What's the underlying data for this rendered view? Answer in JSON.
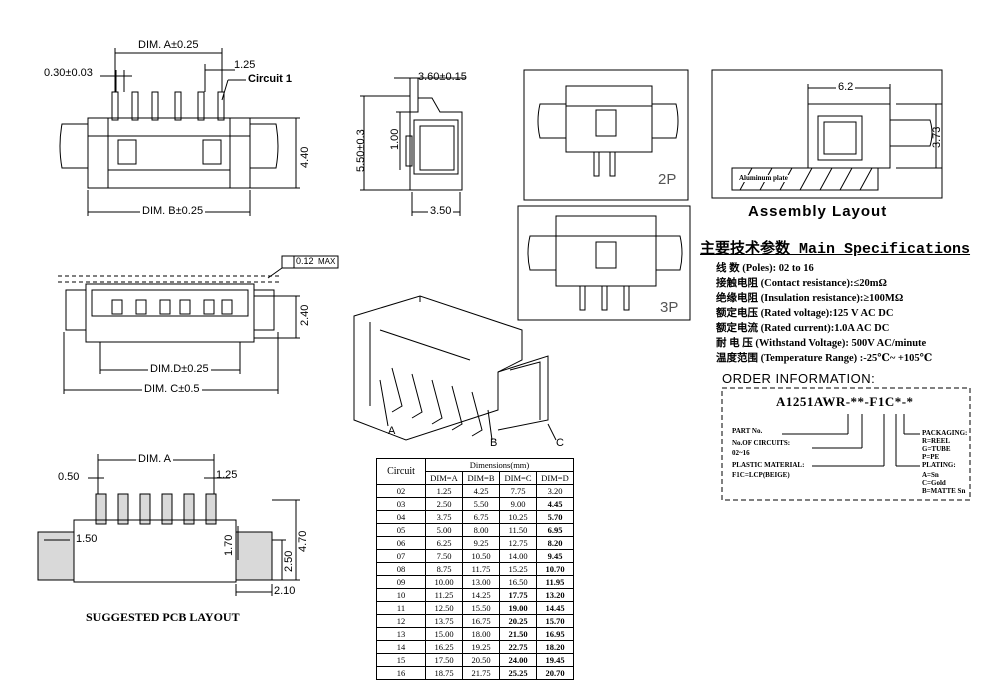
{
  "top_view": {
    "dim_a": "DIM. A±0.25",
    "pitch_125": "1.25",
    "pin_width": "0.30±0.03",
    "circuit_1": "Circuit 1",
    "height_440": "4.40",
    "dim_b": "DIM. B±0.25"
  },
  "side_view": {
    "width_360": "3.60±0.15",
    "height_550": "5.50±0.3",
    "height_100": "1.00",
    "width_350": "3.50"
  },
  "views_2p_3p": {
    "label_2p": "2P",
    "label_3p": "3P"
  },
  "assembly": {
    "width_62": "6.2",
    "height_373": "3.73",
    "plate_label": "Aluminum plate",
    "title": "Assembly Layout"
  },
  "front_view": {
    "flatness": "0.12",
    "flatness_max": "MAX",
    "height_240": "2.40",
    "dim_d": "DIM.D±0.25",
    "dim_c": "DIM. C±0.5"
  },
  "iso_view": {
    "label_a": "A",
    "label_b": "B",
    "label_c": "C"
  },
  "pcb_layout": {
    "dim_a": "DIM. A",
    "pad_width": "0.50",
    "pitch": "1.25",
    "dim_150": "1.50",
    "dim_170": "1.70",
    "dim_250": "2.50",
    "dim_470": "4.70",
    "dim_210": "2.10",
    "title": "SUGGESTED PCB LAYOUT"
  },
  "specs": {
    "title": "主要技术参数 Main Specifications",
    "lines": [
      "线    数 (Poles): 02 to 16",
      "接触电阻 (Contact resistance):≤20mΩ",
      "绝缘电阻 (Insulation resistance):≥100MΩ",
      "额定电压 (Rated voltage):125 V AC DC",
      "额定电流 (Rated current):1.0A AC DC",
      "耐 电 压 (Withstand Voltage): 500V AC/minute",
      "温度范围 (Temperature Range) :-25℃~ +105℃"
    ]
  },
  "order": {
    "title": "ORDER INFORMATION:",
    "code": "A1251AWR-**-F1C*-*",
    "part_no": "PART No.",
    "no_circuits": "No.OF CIRCUITS:",
    "circuits_range": "02~16",
    "plastic_material": "PLASTIC MATERIAL:",
    "material": "F1C=LCP(BEIGE)",
    "packaging": "PACKAGING:",
    "pack_options": [
      "R=REEL",
      "G=TUBE",
      "P=PE"
    ],
    "plating": "PLATING:",
    "plating_options": [
      "A=Sn",
      "C=Gold",
      "B=MATTE Sn"
    ]
  },
  "table": {
    "circuit_header": "Circuit",
    "dimensions_header": "Dimensions(mm)",
    "columns": [
      "DIM=A",
      "DIM=B",
      "DIM=C",
      "DIM=D"
    ],
    "rows": [
      [
        "02",
        "1.25",
        "4.25",
        "7.75",
        "3.20"
      ],
      [
        "03",
        "2.50",
        "5.50",
        "9.00",
        "4.45"
      ],
      [
        "04",
        "3.75",
        "6.75",
        "10.25",
        "5.70"
      ],
      [
        "05",
        "5.00",
        "8.00",
        "11.50",
        "6.95"
      ],
      [
        "06",
        "6.25",
        "9.25",
        "12.75",
        "8.20"
      ],
      [
        "07",
        "7.50",
        "10.50",
        "14.00",
        "9.45"
      ],
      [
        "08",
        "8.75",
        "11.75",
        "15.25",
        "10.70"
      ],
      [
        "09",
        "10.00",
        "13.00",
        "16.50",
        "11.95"
      ],
      [
        "10",
        "11.25",
        "14.25",
        "17.75",
        "13.20"
      ],
      [
        "11",
        "12.50",
        "15.50",
        "19.00",
        "14.45"
      ],
      [
        "12",
        "13.75",
        "16.75",
        "20.25",
        "15.70"
      ],
      [
        "13",
        "15.00",
        "18.00",
        "21.50",
        "16.95"
      ],
      [
        "14",
        "16.25",
        "19.25",
        "22.75",
        "18.20"
      ],
      [
        "15",
        "17.50",
        "20.50",
        "24.00",
        "19.45"
      ],
      [
        "16",
        "18.75",
        "21.75",
        "25.25",
        "20.70"
      ]
    ]
  }
}
